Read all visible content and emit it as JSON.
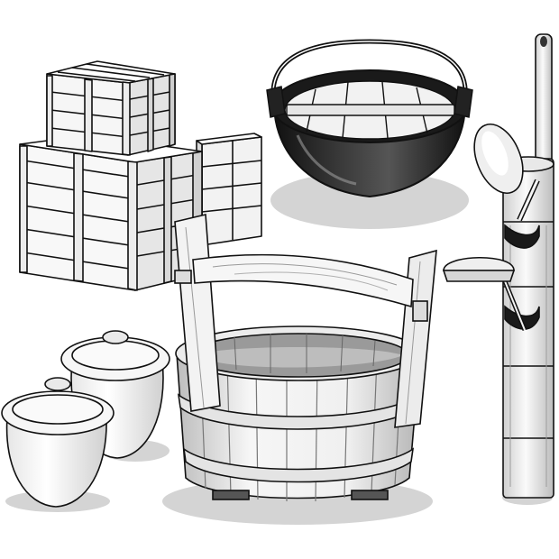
{
  "scene": {
    "style": "black-and-white manga line-art illustration",
    "objects": [
      {
        "name": "wooden-crates",
        "count": 3
      },
      {
        "name": "iron-cooking-pot",
        "has_wooden_lid": true
      },
      {
        "name": "bamboo-water-pipe",
        "with_ladles": 2
      },
      {
        "name": "wooden-bucket",
        "has_handle": true
      },
      {
        "name": "ceramic-jars",
        "count": 2
      }
    ],
    "colors": {
      "ink": "#111111",
      "shadow": "#d4d4d4",
      "pot_body": "#2a2a2a",
      "wood_light": "#f4f4f4",
      "wood_mid": "#e2e2e2",
      "wood_dark": "#bdbdbd",
      "paper": "#ffffff"
    }
  }
}
